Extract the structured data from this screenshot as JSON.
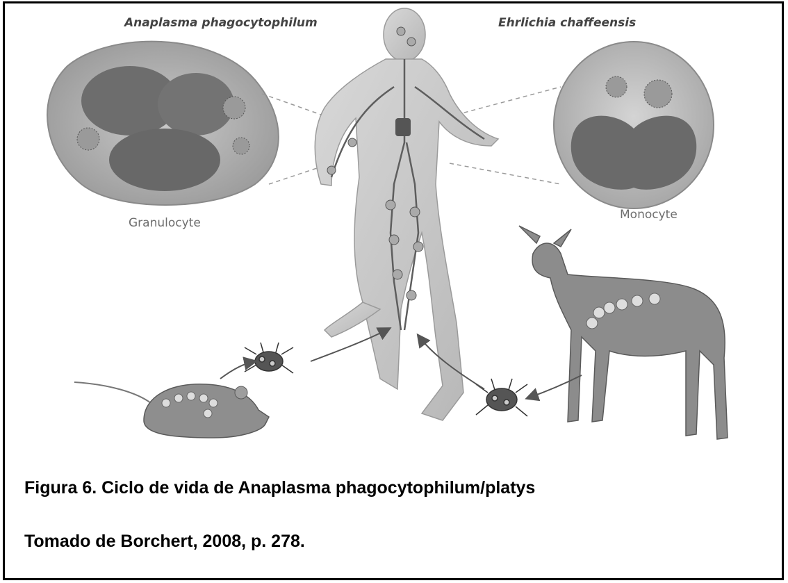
{
  "figure": {
    "species_left": "Anaplasma phagocytophilum",
    "species_right": "Ehrlichia chaffeensis",
    "cell_left": "Granulocyte",
    "cell_right": "Monocyte"
  },
  "caption": {
    "title": "Figura 6. Ciclo de vida de Anaplasma phagocytophilum/platys",
    "source": "Tomado de Borchert, 2008, p. 278."
  }
}
